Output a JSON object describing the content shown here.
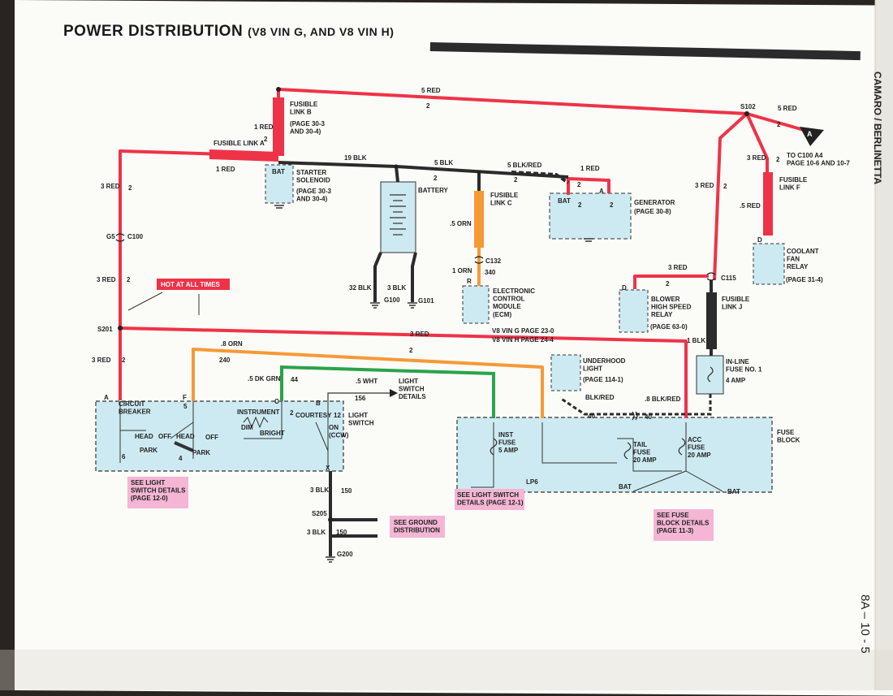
{
  "header": {
    "title": "POWER DISTRIBUTION",
    "subtitle": "(V8 VIN G, AND V8 VIN H)",
    "side_title": "CAMARO / BERLINETTA",
    "page_number": "8A – 10 - 5"
  },
  "colors": {
    "red_wire": "#ee3348",
    "orange_wire": "#f59a36",
    "green_wire": "#2aa34a",
    "black_wire": "#2b2b2b",
    "fuse_block": "#cdeaf2",
    "callout_pink": "#f4b6d4"
  },
  "wires": {
    "w5red_top": "5 RED",
    "w2_top": "2",
    "w1red_fl": "1 RED",
    "w2_fl": "2",
    "w1red_a": "1 RED",
    "w3red_left": "3 RED",
    "w2_left": "2",
    "w3red_left2": "3 RED",
    "w2_left2": "2",
    "w3red_left3": "3 RED",
    "w2_left3": "2",
    "w19blk": "19 BLK",
    "w5blk": "5 BLK",
    "w2_blk": "2",
    "w5blkred": "5 BLK/RED",
    "w2_blkred": "2",
    "w1red_gen": "1 RED",
    "w2_gen": "2",
    "w5orn": ".5 ORN",
    "w1orn": "1 ORN",
    "w340": "340",
    "w32blk": "32 BLK",
    "w3blk_bat": "3 BLK",
    "w5red_s102": "5 RED",
    "w2_s102": "2",
    "w3red_s102": "3 RED",
    "w2_s102b": "2",
    "w5red_flf": ".5 RED",
    "w3red_right": "3 RED",
    "w2_right": "2",
    "w3red_blower": "3 RED",
    "w2_blower": "2",
    "w1blk": "1 BLK",
    "w3red_mid": "3 RED",
    "w2_mid": "2",
    "w8orn": ".8 ORN",
    "w240": "240",
    "w5dkgrn": ".5 DK GRN",
    "w44": "44",
    "w5wht": ".5 WHT",
    "w156": "156",
    "wblkred": "BLK/RED",
    "w8blkred": ".8 BLK/RED",
    "w40a": "40",
    "w40b": "40",
    "w3blk_ls": "3 BLK",
    "w150a": "150",
    "w3blk_g": "3 BLK",
    "w150b": "150"
  },
  "components": {
    "fusible_link_b": "FUSIBLE\nLINK B",
    "fusible_link_b_ref": "(PAGE 30-3\nAND 30-4)",
    "fusible_link_a": "FUSIBLE LINK A",
    "starter_bat": "BAT",
    "starter_solenoid": "STARTER\nSOLENOID",
    "starter_ref": "(PAGE 30-3\nAND 30-4)",
    "battery": "BATTERY",
    "fusible_link_c": "FUSIBLE\nLINK C",
    "generator": "GENERATOR",
    "generator_ref": "(PAGE 30-8)",
    "gen_bat": "BAT",
    "gen_a": "A",
    "gen_2a": "2",
    "gen_2b": "2",
    "ecm": "ELECTRONIC\nCONTROL\nMODULE\n(ECM)",
    "ecm_r": "R",
    "ecm_ref1": "V8 VIN G PAGE 23-0",
    "ecm_ref2": "V8 VIN H PAGE 24-4",
    "c132": "C132",
    "g100": "G100",
    "g101": "G101",
    "s102": "S102",
    "conn_a": "A",
    "to_c100": "TO C100 A4\nPAGE 10-6 AND 10-7",
    "fusible_link_f": "FUSIBLE\nLINK F",
    "coolant_d": "D",
    "coolant_relay": "COOLANT\nFAN\nRELAY",
    "coolant_ref": "(PAGE 31-4)",
    "c115": "C115",
    "blower_d": "D",
    "blower_relay": "BLOWER\nHIGH SPEED\nRELAY",
    "blower_ref": "(PAGE 63-0)",
    "fusible_link_j": "FUSIBLE\nLINK J",
    "inline_fuse": "IN-LINE\nFUSE NO. 1",
    "inline_amp": "4 AMP",
    "underhood_light": "UNDERHOOD\nLIGHT",
    "underhood_ref": "(PAGE 114-1)",
    "g5": "G5",
    "c100": "C100",
    "s201": "S201",
    "hot_at_all_times": "HOT AT ALL TIMES",
    "light_switch": "LIGHT\nSWITCH",
    "ls_a": "A",
    "ls_f": "F",
    "ls_c": "C",
    "ls_b": "B",
    "ls_x": "X",
    "ls_5": "5",
    "ls_2": "2",
    "ls_12": "12",
    "ls_6": "6",
    "ls_4": "4",
    "circuit_breaker": "CIRCUIT\nBREAKER",
    "head": "HEAD",
    "off": "OFF",
    "park": "PARK",
    "head2": "HEAD",
    "off2": "OFF",
    "park2": "PARK",
    "instrument": "INSTRUMENT",
    "dim": "DIM",
    "bright": "BRIGHT",
    "courtesy": "COURTESY",
    "on_ccw": "ON\n(CCW)",
    "light_switch_details": "LIGHT\nSWITCH\nDETAILS",
    "fuse_block": "FUSE\nBLOCK",
    "inst_fuse": "INST\nFUSE\n5 AMP",
    "tail_fuse": "TAIL\nFUSE\n20 AMP",
    "acc_fuse": "ACC\nFUSE\n20 AMP",
    "lp6": "LP6",
    "bat1": "BAT",
    "bat2": "BAT",
    "s205": "S205",
    "g200": "G200",
    "see_ground": "SEE GROUND\nDISTRIBUTION",
    "see_ls_details1": "SEE LIGHT\nSWITCH DETAILS\n(PAGE 12-0)",
    "see_ls_details2": "SEE LIGHT SWITCH\nDETAILS (PAGE 12-1)",
    "see_fuse_block": "SEE FUSE\nBLOCK DETAILS\n(PAGE 11-3)"
  }
}
